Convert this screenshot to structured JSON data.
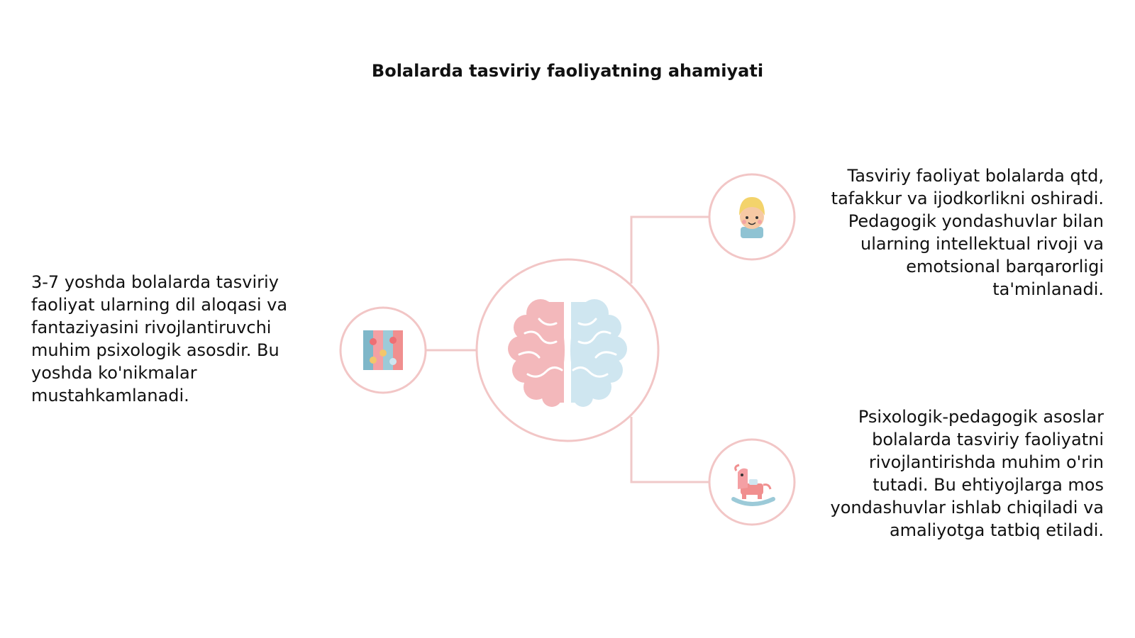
{
  "title": "Bolalarda tasviriy faoliyatning ahamiyati",
  "nodes": {
    "center": {
      "icon": "brain-icon"
    },
    "left": {
      "icon": "puzzle-icon",
      "text": "3-7 yoshda bolalarda tasviriy faoliyat ularning dil aloqasi va fantaziyasini rivojlantiruvchi muhim psixologik asosdir. Bu yoshda ko'nikmalar mustahkamlanadi."
    },
    "top_right": {
      "icon": "child-face-icon",
      "text": "Tasviriy faoliyat bolalarda qtd, tafakkur va ijodkorlikni oshiradi. Pedagogik yondashuvlar bilan ularning intellektual rivoji va emotsional barqarorligi ta'minlanadi."
    },
    "bottom_right": {
      "icon": "rocking-horse-icon",
      "text": "Psixologik-pedagogik asoslar bolalarda tasviriy faoliyatni rivojlantirishda muhim o'rin tutadi. Bu ehtiyojlarga mos yondashuvlar ishlab chiqiladi va amaliyotga tatbiq etiladi."
    }
  },
  "colors": {
    "connector": "#f0c9c9",
    "circle_stroke": "#f2c6c6",
    "brain_left": "#f3b8bb",
    "brain_right": "#cfe6f0",
    "text": "#111111"
  }
}
